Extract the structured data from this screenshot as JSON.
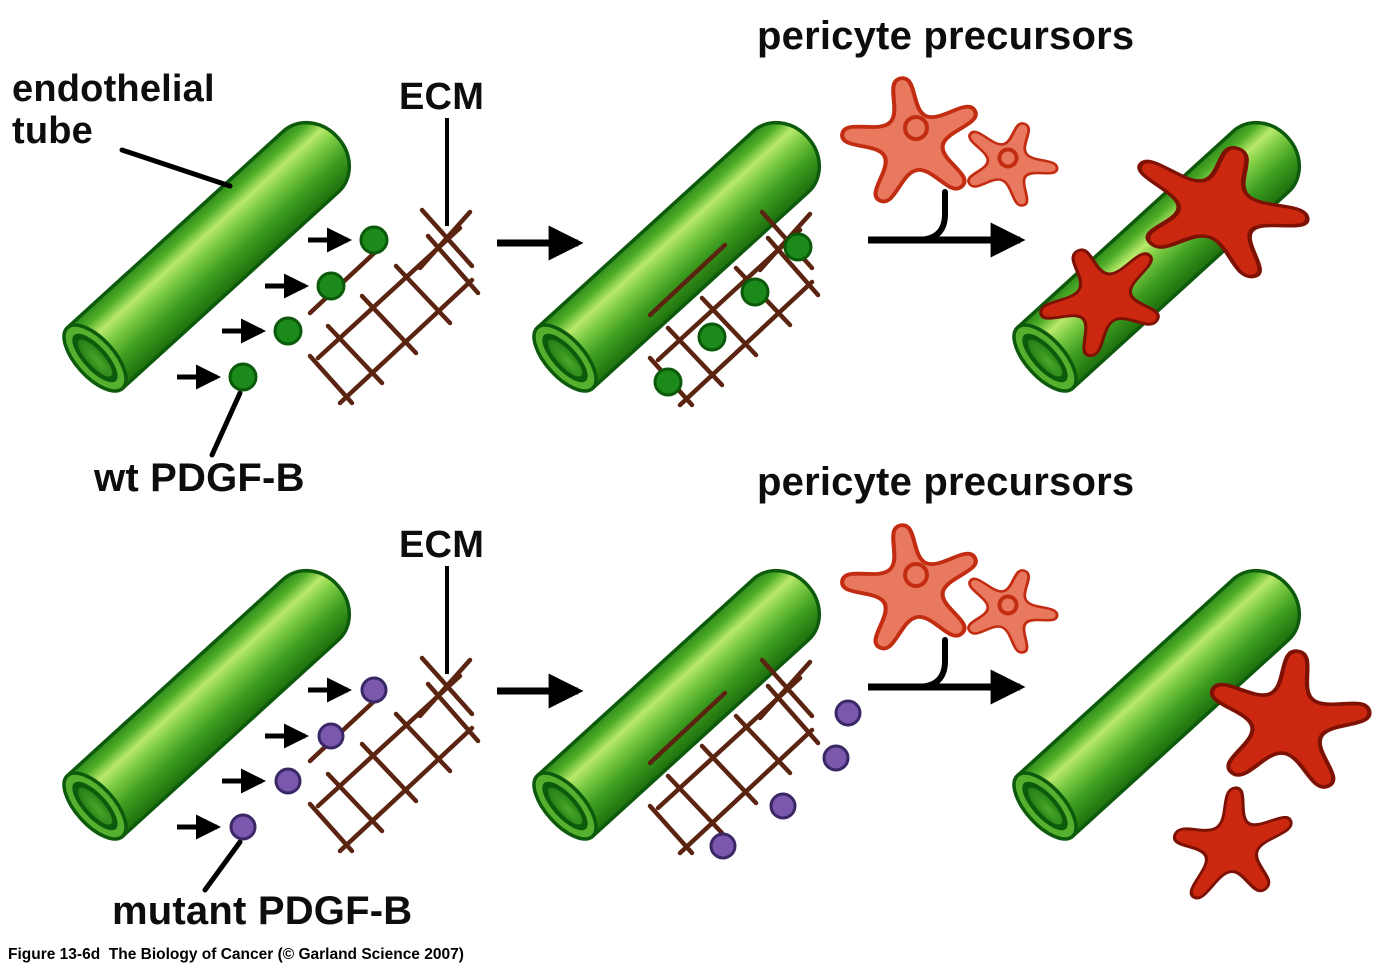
{
  "figure": {
    "caption": "Figure 13-6d  The Biology of Cancer (© Garland Science 2007)",
    "background": "#ffffff"
  },
  "labels": {
    "endothelial_tube_line1": "endothelial",
    "endothelial_tube_line2": "tube",
    "ecm_top": "ECM",
    "ecm_bottom": "ECM",
    "pericyte_precursors_top": "pericyte precursors",
    "pericyte_precursors_bottom": "pericyte precursors",
    "wt_pdgf": "wt PDGF-B",
    "mutant_pdgf": "mutant PDGF-B"
  },
  "colors": {
    "tube_green_mid": "#55b02e",
    "tube_green_dark": "#1d6f0c",
    "tube_highlight": "#b9e96c",
    "tube_outline": "#0e5a0c",
    "wt_dot": "#1b8a1b",
    "wt_dot_outline": "#0a5a0a",
    "mutant_dot": "#7b57ad",
    "mutant_dot_outline": "#3a2766",
    "ecm_brown": "#5a2410",
    "precursor_fill": "#e8795f",
    "precursor_outline": "#c22d12",
    "pericyte_red": "#cc2810",
    "pericyte_red_outline": "#7d1204",
    "arrow_black": "#000000"
  }
}
